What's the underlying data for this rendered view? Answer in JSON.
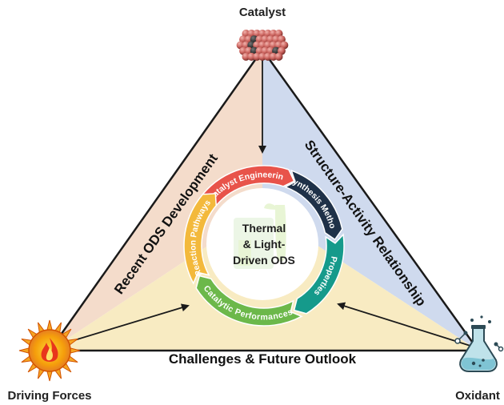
{
  "corners": {
    "top": "Catalyst",
    "bottom_left": "Driving Forces",
    "bottom_right": "Oxidant"
  },
  "sides": {
    "left": "Recent ODS Development",
    "right": "Structure-Activity Relationship",
    "bottom": "Challenges & Future Outlook"
  },
  "center_lines": [
    "Thermal",
    "& Light-",
    "Driven ODS"
  ],
  "cycle": [
    {
      "label": "Catalyst Engineering",
      "color": "#e8534a"
    },
    {
      "label": "Synthesis Method",
      "color": "#1f3148"
    },
    {
      "label": "Properties",
      "color": "#159a8b"
    },
    {
      "label": "Catalytic Performances",
      "color": "#6cb84a"
    },
    {
      "label": "Reaction Pathways",
      "color": "#f3b93c"
    }
  ],
  "colors": {
    "left_region": "#f4dccb",
    "right_region": "#cfdaee",
    "bottom_region": "#f8ebc2"
  }
}
